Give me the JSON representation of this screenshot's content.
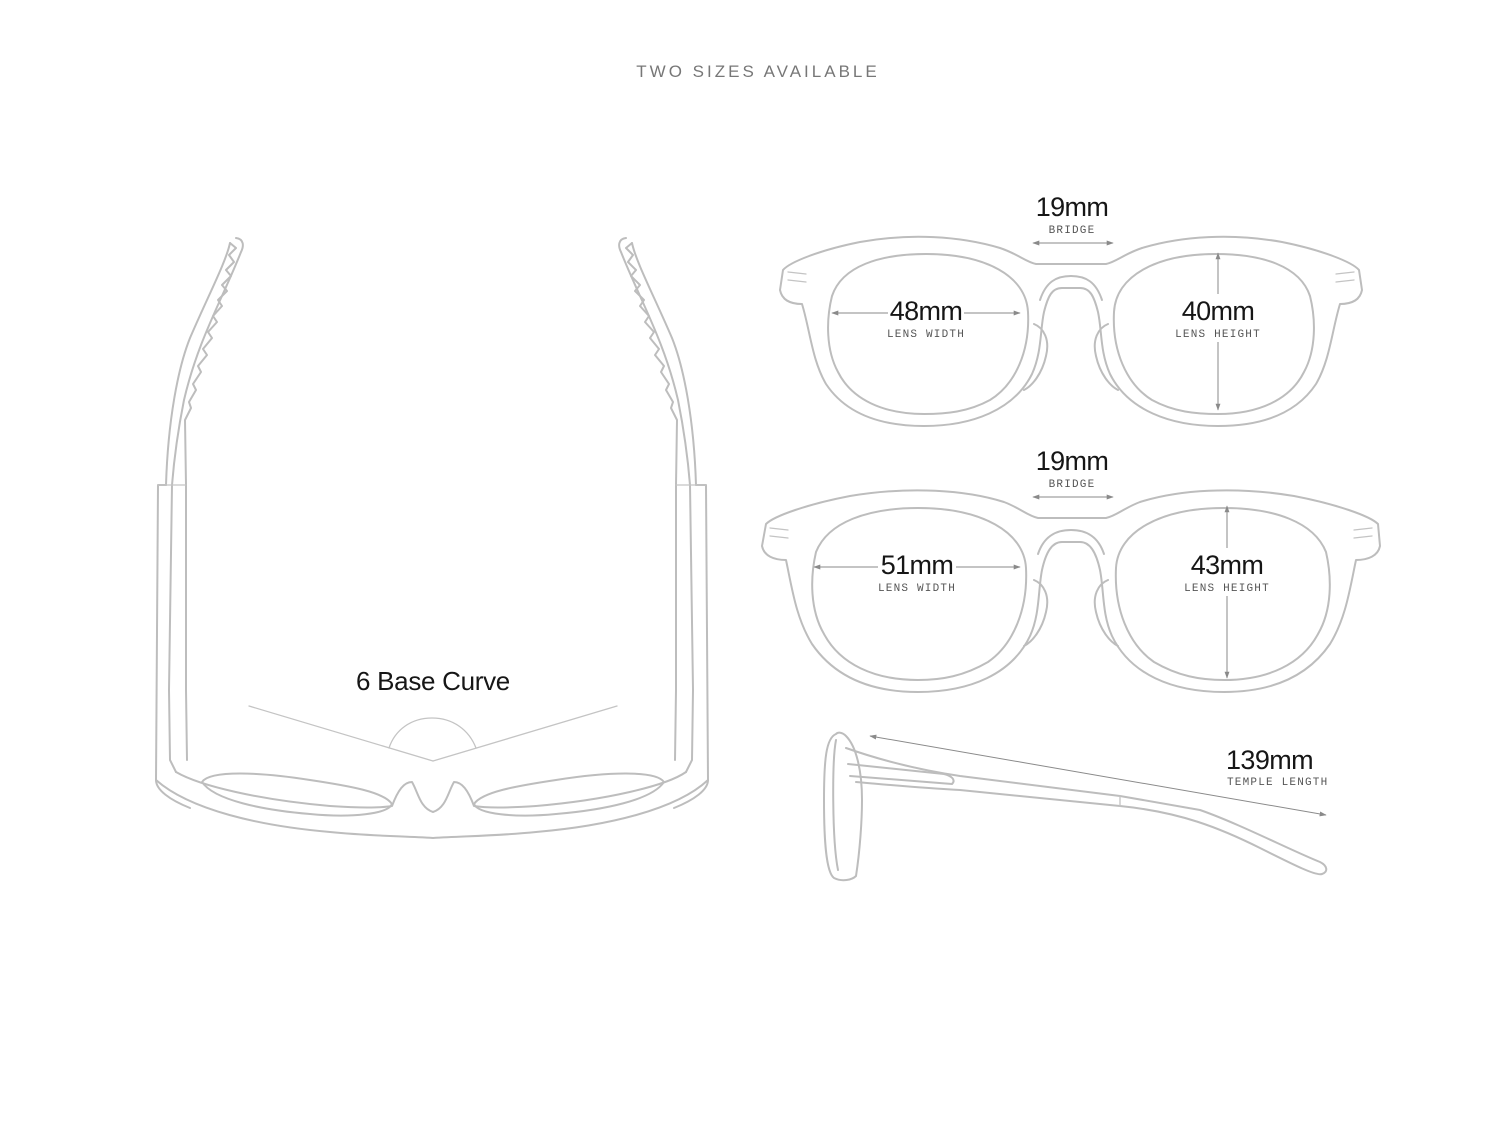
{
  "header": {
    "title": "TWO SIZES AVAILABLE"
  },
  "top_view": {
    "base_curve_label": "6 Base Curve"
  },
  "small_size": {
    "bridge_value": "19mm",
    "bridge_label": "BRIDGE",
    "lens_width_value": "48mm",
    "lens_width_label": "LENS WIDTH",
    "lens_height_value": "40mm",
    "lens_height_label": "LENS HEIGHT"
  },
  "large_size": {
    "bridge_value": "19mm",
    "bridge_label": "BRIDGE",
    "lens_width_value": "51mm",
    "lens_width_label": "LENS WIDTH",
    "lens_height_value": "43mm",
    "lens_height_label": "LENS HEIGHT"
  },
  "side_view": {
    "temple_length_value": "139mm",
    "temple_length_label": "TEMPLE LENGTH"
  },
  "colors": {
    "outline": "#bdbdbd",
    "dimension_arrow": "#8a8a8a",
    "text_primary": "#161616",
    "text_muted": "#777777"
  }
}
